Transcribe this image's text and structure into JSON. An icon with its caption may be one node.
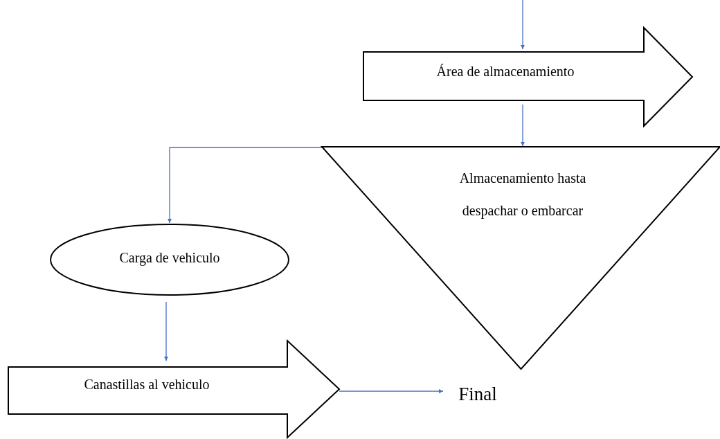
{
  "diagram": {
    "nodes": [
      {
        "text": [
          "Área de almacenamiento"
        ]
      },
      {
        "text": [
          "Almacenamiento hasta despachar o embarcar"
        ]
      },
      {
        "text": [
          "Carga de vehiculo"
        ]
      },
      {
        "text": [
          "Canastillas al vehiculo"
        ]
      },
      {
        "text": [
          "Final"
        ]
      }
    ],
    "edges": [
      {
        "from": null,
        "to": 0,
        "arrow": "to"
      },
      {
        "from": 0,
        "to": 1,
        "arrow": "to"
      },
      {
        "from": 1,
        "to": 2,
        "arrow": "to"
      },
      {
        "from": 2,
        "to": 3,
        "arrow": "to"
      },
      {
        "from": 3,
        "to": 4,
        "arrow": "to"
      }
    ]
  }
}
